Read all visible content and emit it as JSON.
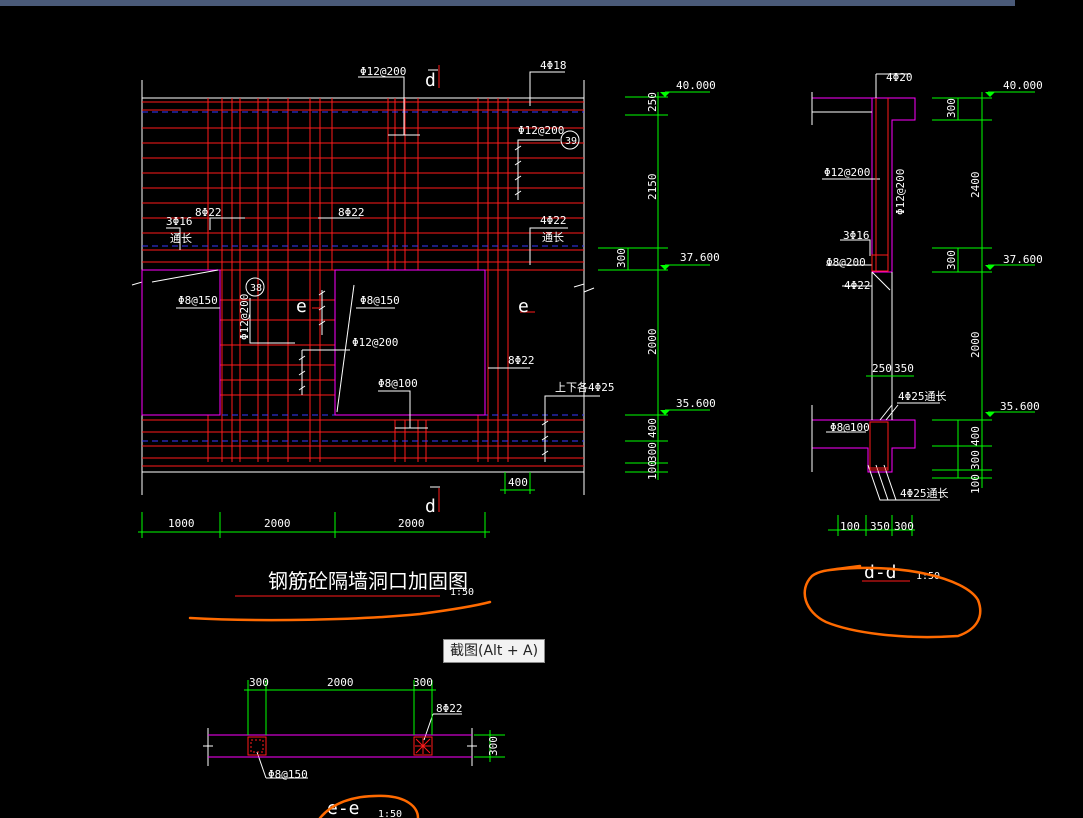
{
  "tooltip": "截图(Alt + A)",
  "colors": {
    "background": "#000000",
    "rebar": "#ff1a1a",
    "outline": "#ff00ff",
    "dimension": "#00ff00",
    "annotation": "#ffffff",
    "hidden_line": "#3a3aff",
    "markup": "#ff6a00",
    "topbar": "#4a5a78"
  },
  "main_elevation": {
    "title": "钢筋砼隔墙洞口加固图",
    "scale": "1:50",
    "section_marks": [
      "d",
      "d",
      "e",
      "e"
    ],
    "labels": {
      "top_rebar": "Φ12@200",
      "top_right_bar": "4Φ18",
      "upper_right": "Φ12@200",
      "circle_a": "39",
      "left_bar": "8Φ22",
      "mid_bar": "8Φ22",
      "left_note_1": "3Φ16",
      "left_note_2": "通长",
      "right_note_1": "4Φ22",
      "right_note_2": "通长",
      "left_stirrup": "Φ8@150",
      "circle_b": "38",
      "vertical_rebar": "Φ12@200",
      "opening_stirrup": "Φ8@150",
      "opening_rebar": "Φ12@200",
      "opening_bar": "8Φ22",
      "bottom_stirrup": "Φ8@100",
      "bottom_right": "上下各4Φ25"
    },
    "elevations": [
      "40.000",
      "37.600",
      "35.600"
    ],
    "right_dims": [
      "250",
      "2150",
      "300",
      "2000",
      "400",
      "300",
      "100"
    ],
    "bottom_dims": [
      "1000",
      "2000",
      "2000"
    ],
    "small_dim": "400"
  },
  "section_dd": {
    "title": "d-d",
    "scale": "1:50",
    "labels": {
      "top_bar": "4Φ20",
      "rebar_1": "Φ12@200",
      "rebar_2": "Φ12@200",
      "bar_3": "3Φ16",
      "stirrup": "Φ8@200",
      "bar_4": "4Φ22",
      "bot_stirrup": "Φ8@100",
      "bot_bar_top": "4Φ25通长",
      "bot_bar_bottom": "4Φ25通长"
    },
    "elevations": [
      "40.000",
      "37.600",
      "35.600"
    ],
    "dims": [
      "300",
      "2400",
      "300",
      "2000",
      "400",
      "300",
      "100"
    ],
    "width_dims": [
      "250",
      "350"
    ],
    "bottom_dims": [
      "100",
      "350",
      "300"
    ]
  },
  "section_ee": {
    "title": "e-e",
    "scale": "1:50",
    "dims_top": [
      "300",
      "2000",
      "300"
    ],
    "dim_right": "300",
    "bar": "8Φ22",
    "stirrup": "Φ8@150"
  }
}
